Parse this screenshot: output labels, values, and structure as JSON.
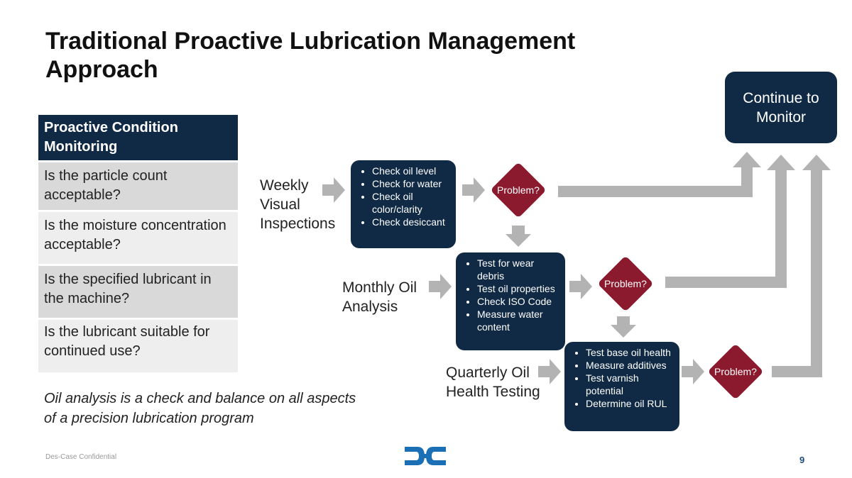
{
  "title": "Traditional Proactive Lubrication Management Approach",
  "table": {
    "header": "Proactive Condition Monitoring",
    "rows": [
      "Is the particle count acceptable?",
      "Is the moisture concentration acceptable?",
      "Is the specified lubricant in the machine?",
      "Is the lubricant suitable for continued use?"
    ]
  },
  "note": "Oil analysis is a check and balance on all aspects of a precision lubrication program",
  "footer": {
    "confidential": "Des-Case Confidential",
    "page": "9"
  },
  "flow": {
    "weekly_label": "Weekly Visual Inspections",
    "monthly_label": "Monthly Oil Analysis",
    "quarterly_label": "Quarterly Oil Health Testing",
    "weekly_items": [
      "Check oil level",
      "Check for water",
      "Check oil color/clarity",
      "Check desiccant"
    ],
    "monthly_items": [
      "Test for wear debris",
      "Test oil properties",
      "Check ISO Code",
      "Measure water content"
    ],
    "quarterly_items": [
      "Test base oil health",
      "Measure additives",
      "Test varnish potential",
      "Determine oil RUL"
    ],
    "problem_label": "Problem?",
    "monitor_label": "Continue to Monitor"
  },
  "colors": {
    "navy": "#102a45",
    "maroon": "#8b1a2e",
    "arrow": "#b3b3b3"
  }
}
